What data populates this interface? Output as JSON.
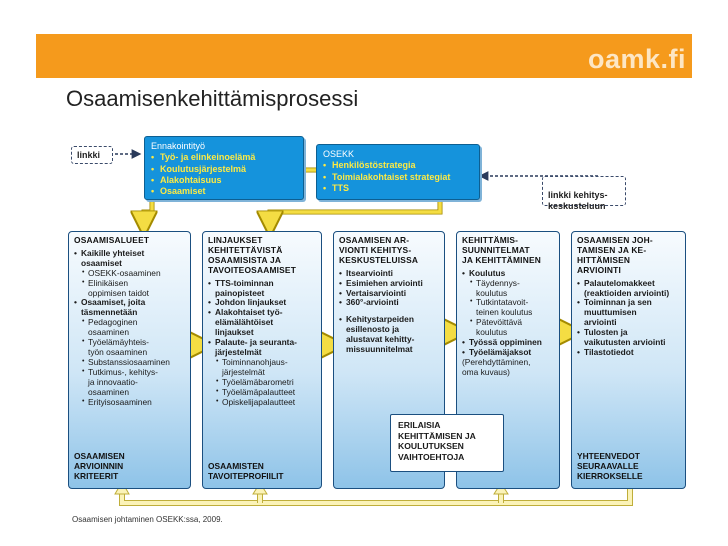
{
  "header": {
    "brand": "oamk.fi",
    "title": "Osaamisenkehittämisprosessi"
  },
  "left_link": "linkki",
  "right_link": "linkki kehitys-\nkeskusteluun",
  "top_left": {
    "heading": "Ennakointityö",
    "items": [
      "Työ- ja elinkeinoelämä",
      "Koulutusjärjestelmä",
      "Alakohtaisuus",
      "Osaamiset"
    ]
  },
  "top_right": {
    "heading": "OSEKK",
    "items": [
      "Henkilöstöstrategia",
      "Toimialakohtaiset strategiat",
      "TTS"
    ]
  },
  "columns": [
    {
      "heading": "OSAAMISALUEET",
      "rows": [
        {
          "t": "it",
          "text": "Kaikille yhteiset\nosaamiset"
        },
        {
          "t": "sub",
          "text": "OSEKK-osaaminen"
        },
        {
          "t": "sub",
          "text": "Elinikäisen\noppimisen taidot"
        },
        {
          "t": "it",
          "text": "Osaamiset, joita\ntäsmennetään"
        },
        {
          "t": "sub",
          "text": "Pedagoginen\nosaaminen"
        },
        {
          "t": "sub",
          "text": "Työelämäyhteis-\ntyön osaaminen"
        },
        {
          "t": "sub",
          "text": "Substanssiosaaminen"
        },
        {
          "t": "sub",
          "text": "Tutkimus-, kehitys-\nja innovaatio-\nosaaminen"
        },
        {
          "t": "sub",
          "text": "Erityisosaaminen"
        }
      ],
      "footer": "OSAAMISEN\nARVIOINNIN\nKRITEERIT"
    },
    {
      "heading": "LINJAUKSET\nKEHITETTÄVISTÄ\nOSAAMISISTA JA\nTAVOITEOSAAMISET",
      "rows": [
        {
          "t": "it",
          "text": "TTS-toiminnan\npainopisteet"
        },
        {
          "t": "it",
          "text": "Johdon linjaukset"
        },
        {
          "t": "it",
          "text": "Alakohtaiset työ-\nelämälähtöiset\nlinjaukset"
        },
        {
          "t": "it",
          "text": "Palaute- ja seuranta-\njärjestelmät"
        },
        {
          "t": "sub",
          "text": "Toiminnanohjaus-\njärjestelmät"
        },
        {
          "t": "sub",
          "text": "Työelämäbarometri"
        },
        {
          "t": "sub",
          "text": "Työelämäpalautteet"
        },
        {
          "t": "sub",
          "text": "Opiskelijapalautteet"
        }
      ],
      "footer": "OSAAMISTEN\nTAVOITEPROFIILIT"
    },
    {
      "heading": "OSAAMISEN AR-\nVIONTI KEHITYS-\nKESKUSTELUISSA",
      "rows": [
        {
          "t": "it",
          "text": "Itsearviointi"
        },
        {
          "t": "it",
          "text": "Esimiehen arviointi"
        },
        {
          "t": "it",
          "text": "Vertaisarviointi"
        },
        {
          "t": "it",
          "text": "360°-arviointi"
        },
        {
          "t": "gap",
          "text": ""
        },
        {
          "t": "it",
          "text": "Kehitystarpeiden\nesillenosto ja\nalustavat kehitty-\nmissuunnitelmat"
        }
      ],
      "footer": ""
    },
    {
      "heading": "KEHITTÄMIS-\nSUUNNITELMAT\nJA KEHITTÄMINEN",
      "rows": [
        {
          "t": "it",
          "text": "Koulutus"
        },
        {
          "t": "sub",
          "text": "Täydennys-\nkoulutus"
        },
        {
          "t": "sub",
          "text": "Tutkintatavoit-\nteinen koulutus"
        },
        {
          "t": "sub",
          "text": "Pätevöittävä\nkoulutus"
        },
        {
          "t": "it",
          "text": "Työssä oppiminen"
        },
        {
          "t": "it",
          "text": "Työelämäjaksot"
        },
        {
          "t": "plain",
          "text": "(Perehdyttäminen,\noma kuvaus)"
        }
      ],
      "footer": ""
    },
    {
      "heading": "OSAAMISEN JOH-\nTAMISEN JA KE-\nHITTÄMISEN\nARVIOINTI",
      "rows": [
        {
          "t": "it",
          "text": "Palautelomakkeet\n(reaktioiden arviointi)"
        },
        {
          "t": "it",
          "text": "Toiminnan ja sen\nmuuttumisen\narviointi"
        },
        {
          "t": "it",
          "text": "Tulosten ja\nvaikutusten arviointi"
        },
        {
          "t": "it",
          "text": "Tilastotiedot"
        }
      ],
      "footer": "YHTEENVEDOT\nSEURAAVALLE\nKIERROKSELLE"
    }
  ],
  "alternatives_box": "ERILAISIA\nKEHITTÄMISEN JA\nKOULUTUKSEN\nVAIHTOEHTOJA",
  "source": "Osaamisen johtaminen OSEKK:ssa, 2009.",
  "colors": {
    "orange_bar": "#f59a1c",
    "top_box_blue": "#1593dc",
    "highlight_yellow": "#fdea44",
    "column_border": "#1b4f80"
  }
}
